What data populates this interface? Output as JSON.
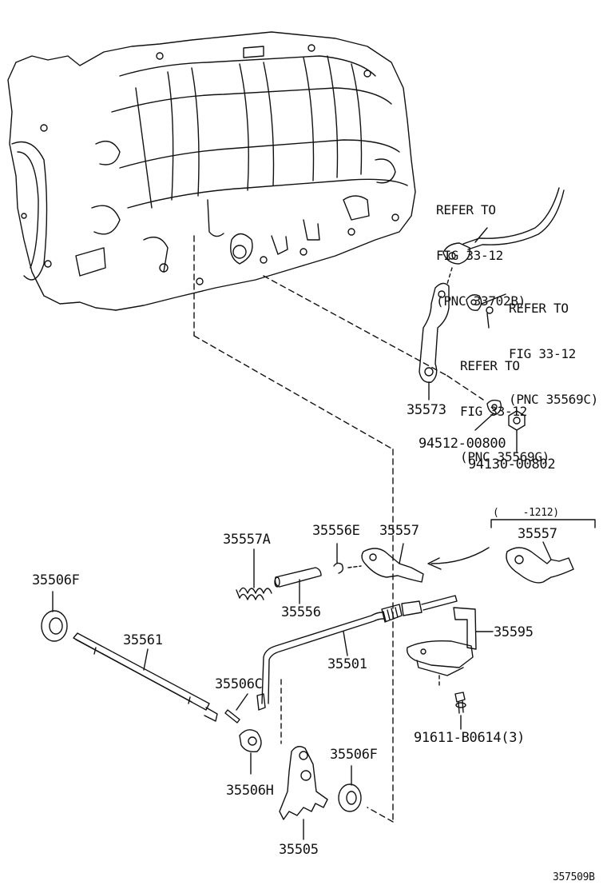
{
  "diagram_id": "357509B",
  "colors": {
    "ink": "#111111",
    "paper": "#ffffff"
  },
  "refs": [
    {
      "line1": "REFER TO",
      "line2": "FIG 33-12",
      "line3": "(PNC 33702B)"
    },
    {
      "line1": "REFER TO",
      "line2": "FIG 33-12",
      "line3": "(PNC 35569C)"
    },
    {
      "line1": "REFER TO",
      "line2": "FIG 33-12",
      "line3": "(PNC 35569G)"
    }
  ],
  "labels": {
    "p35573": "35573",
    "p94512": "94512-00800",
    "p94130": "94130-00802",
    "date_range": "(    -1212)",
    "p35557_alt": "35557",
    "p35557A": "35557A",
    "p35556E": "35556E",
    "p35557": "35557",
    "p35506F_left": "35506F",
    "p35556": "35556",
    "p35561": "35561",
    "p35501": "35501",
    "p35595": "35595",
    "p35506C": "35506C",
    "p91611": "91611-B0614(3)",
    "p35506F_bottom": "35506F",
    "p35506H": "35506H",
    "p35505": "35505"
  }
}
